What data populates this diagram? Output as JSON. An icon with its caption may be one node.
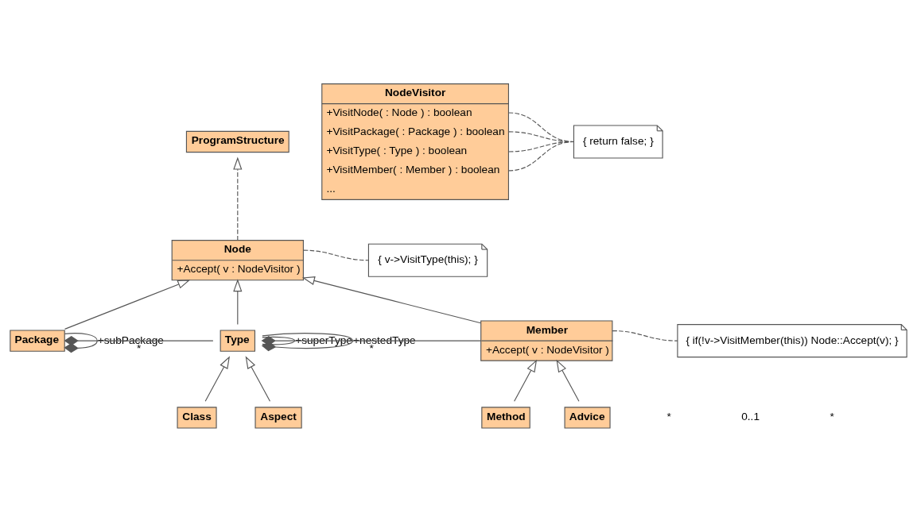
{
  "diagram": {
    "nodes": [
      {
        "text": [
          "ProgramStructure"
        ]
      },
      {
        "text": [
          "NodeVisitor",
          "+VisitNode( : Node ) : boolean",
          "+VisitPackage( : Package ) : boolean",
          "+VisitType( : Type ) : boolean",
          "+VisitMember( : Member ) : boolean",
          "..."
        ]
      },
      {
        "text": [
          "{ return false; }"
        ]
      },
      {
        "text": [
          "Node",
          "+Accept( v : NodeVisitor )"
        ]
      },
      {
        "text": [
          "{ v->VisitType(this); }"
        ]
      },
      {
        "text": [
          "Package"
        ]
      },
      {
        "text": [
          "Type"
        ]
      },
      {
        "text": [
          "Member",
          "+Accept( v : NodeVisitor )"
        ]
      },
      {
        "text": [
          "{ if(!v->VisitMember(this)) Node::Accept(v); }"
        ]
      },
      {
        "text": [
          "Class"
        ]
      },
      {
        "text": [
          "Aspect"
        ]
      },
      {
        "text": [
          "Method"
        ]
      },
      {
        "text": [
          "Advice"
        ]
      }
    ],
    "edges": [
      {
        "from": 3,
        "to": 0,
        "arrow": "to",
        "style": "dashed"
      },
      {
        "from": 1,
        "to": 2,
        "arrow": "none",
        "style": "dashed"
      },
      {
        "from": 1,
        "to": 2,
        "arrow": "none",
        "style": "dashed"
      },
      {
        "from": 1,
        "to": 2,
        "arrow": "none",
        "style": "dashed"
      },
      {
        "from": 1,
        "to": 2,
        "arrow": "none",
        "style": "dashed"
      },
      {
        "from": 3,
        "to": 4,
        "arrow": "none",
        "style": "dashed"
      },
      {
        "from": 5,
        "to": 3,
        "arrow": "to"
      },
      {
        "from": 6,
        "to": 3,
        "arrow": "to"
      },
      {
        "from": 7,
        "to": 3,
        "arrow": "to"
      },
      {
        "from": 5,
        "to": 6,
        "arrow": "other",
        "label": "*"
      },
      {
        "from": 6,
        "to": 7,
        "arrow": "other",
        "label": "*"
      },
      {
        "from": 5,
        "to": 5,
        "arrow": "other",
        "label": "+subPackage"
      },
      {
        "from": 6,
        "to": 6,
        "arrow": "none",
        "label": "+superType"
      },
      {
        "from": 6,
        "to": 6,
        "arrow": "other",
        "label": "+nestedType"
      },
      {
        "from": 7,
        "to": 8,
        "arrow": "none",
        "style": "dashed"
      },
      {
        "from": 9,
        "to": 6,
        "arrow": "to"
      },
      {
        "from": 10,
        "to": 6,
        "arrow": "to"
      },
      {
        "from": 11,
        "to": 7,
        "arrow": "to"
      },
      {
        "from": 12,
        "to": 7,
        "arrow": "to"
      }
    ],
    "labels": [
      "*",
      "0..1",
      "*"
    ]
  }
}
